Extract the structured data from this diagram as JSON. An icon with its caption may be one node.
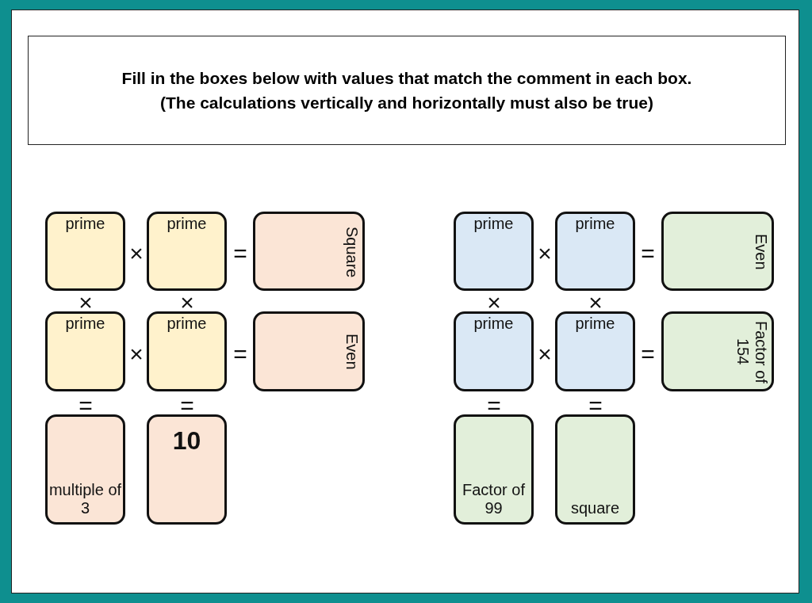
{
  "diagram": {
    "nodes": [
      {
        "text": [
          "Fill in the boxes below with values that match the comment in each box.",
          "(The calculations vertically and horizontally must also be true)"
        ]
      },
      {
        "text": [
          "prime"
        ]
      },
      {
        "text": [
          "prime"
        ]
      },
      {
        "text": [
          "Square"
        ]
      },
      {
        "text": [
          "prime"
        ]
      },
      {
        "text": [
          "prime"
        ]
      },
      {
        "text": [
          "Even"
        ]
      },
      {
        "text": [
          "multiple of 3"
        ]
      },
      {
        "text": [
          "10"
        ]
      },
      {
        "text": [
          "prime"
        ]
      },
      {
        "text": [
          "prime"
        ]
      },
      {
        "text": [
          "Even"
        ]
      },
      {
        "text": [
          "prime"
        ]
      },
      {
        "text": [
          "prime"
        ]
      },
      {
        "text": [
          "Factor of 154"
        ]
      },
      {
        "text": [
          "Factor of 99"
        ]
      },
      {
        "text": [
          "square"
        ]
      }
    ],
    "labels": [
      "×",
      "=",
      "×",
      "=",
      "×",
      "×",
      "×",
      "×",
      "×",
      "=",
      "×",
      "=",
      "=",
      "=",
      "=",
      "="
    ]
  }
}
